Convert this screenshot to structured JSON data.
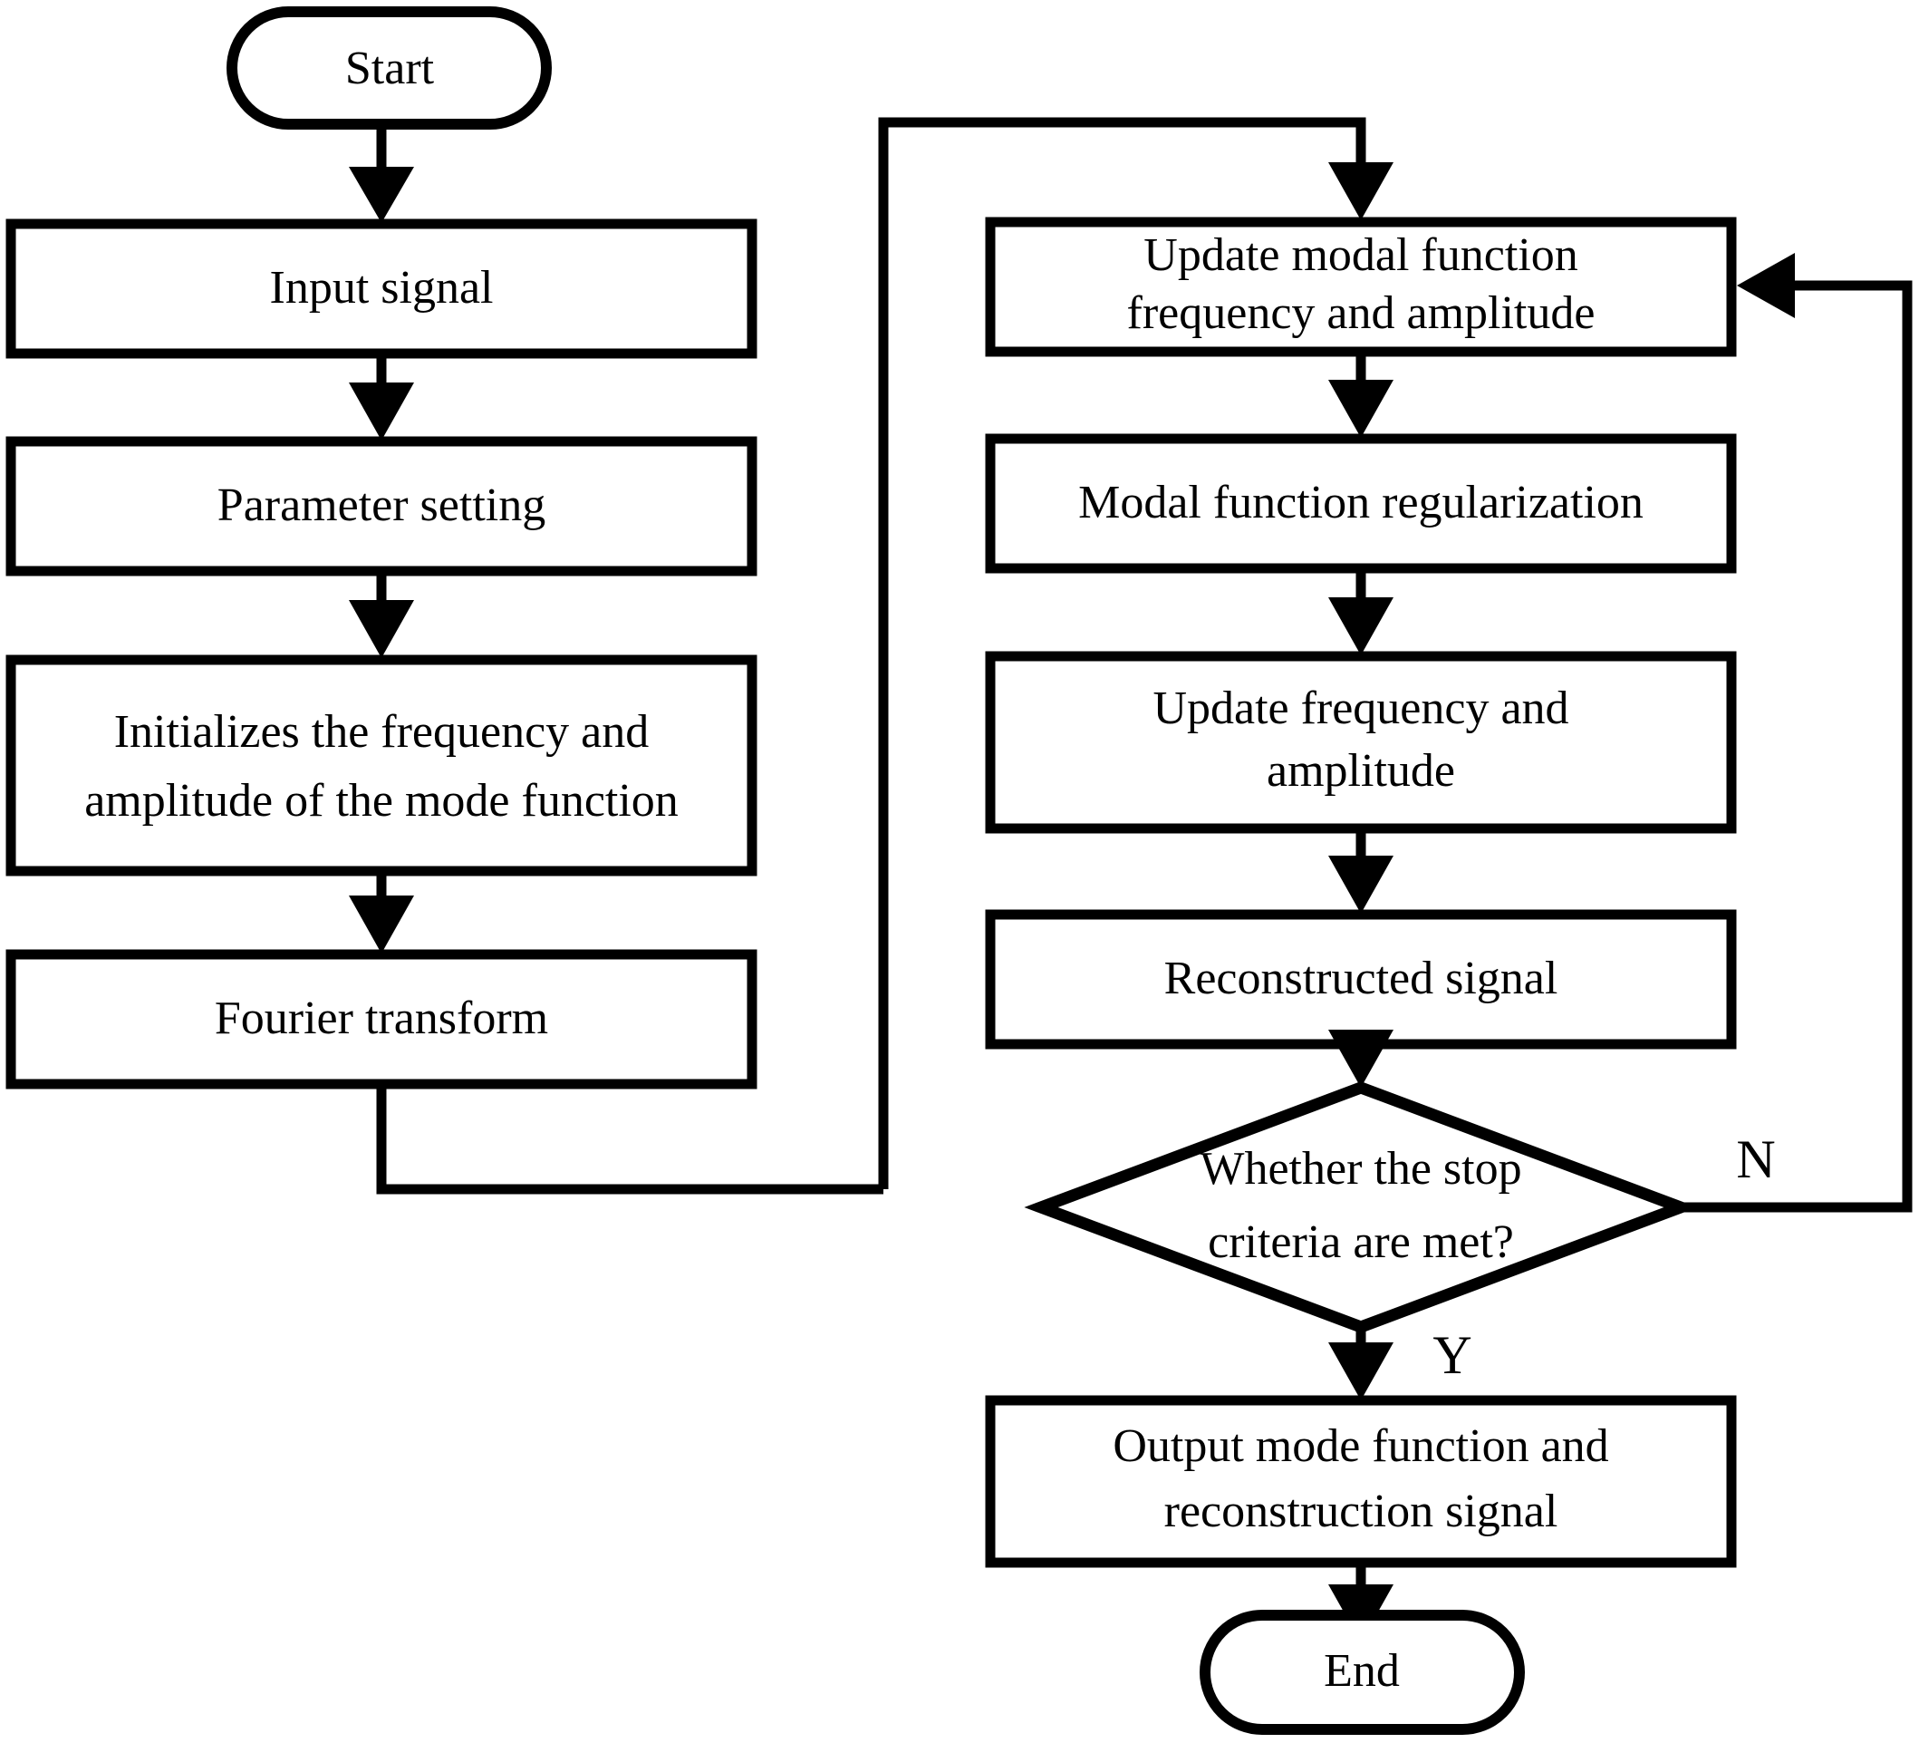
{
  "diagram": {
    "type": "flowchart",
    "title": "",
    "orientation": "two-column",
    "background_color": "#ffffff",
    "line_color": "#000000",
    "fill_color": "#ffffff",
    "nodes": {
      "start": {
        "label": "Start",
        "shape": "terminator"
      },
      "input_signal": {
        "label": "Input signal",
        "shape": "process"
      },
      "parameter_setting": {
        "label": "Parameter setting",
        "shape": "process"
      },
      "initialize_line1": {
        "label": "Initializes the frequency and",
        "shape": "process"
      },
      "initialize_line2": {
        "label": "amplitude of the mode function",
        "shape": "process"
      },
      "fourier_transform": {
        "label": "Fourier transform",
        "shape": "process"
      },
      "update_modal_line1": {
        "label": "Update modal function",
        "shape": "process"
      },
      "update_modal_line2": {
        "label": "frequency and amplitude",
        "shape": "process"
      },
      "modal_regularization": {
        "label": "Modal function regularization",
        "shape": "process"
      },
      "update_freq_line1": {
        "label": "Update frequency and",
        "shape": "process"
      },
      "update_freq_line2": {
        "label": "amplitude",
        "shape": "process"
      },
      "reconstructed_signal": {
        "label": "Reconstructed signal",
        "shape": "process"
      },
      "decision_line1": {
        "label": "Whether the stop",
        "shape": "decision"
      },
      "decision_line2": {
        "label": "criteria are met?",
        "shape": "decision"
      },
      "output_line1": {
        "label": "Output mode function and",
        "shape": "process"
      },
      "output_line2": {
        "label": "reconstruction signal",
        "shape": "process"
      },
      "end": {
        "label": "End",
        "shape": "terminator"
      }
    },
    "branch_labels": {
      "no": "N",
      "yes": "Y"
    }
  }
}
